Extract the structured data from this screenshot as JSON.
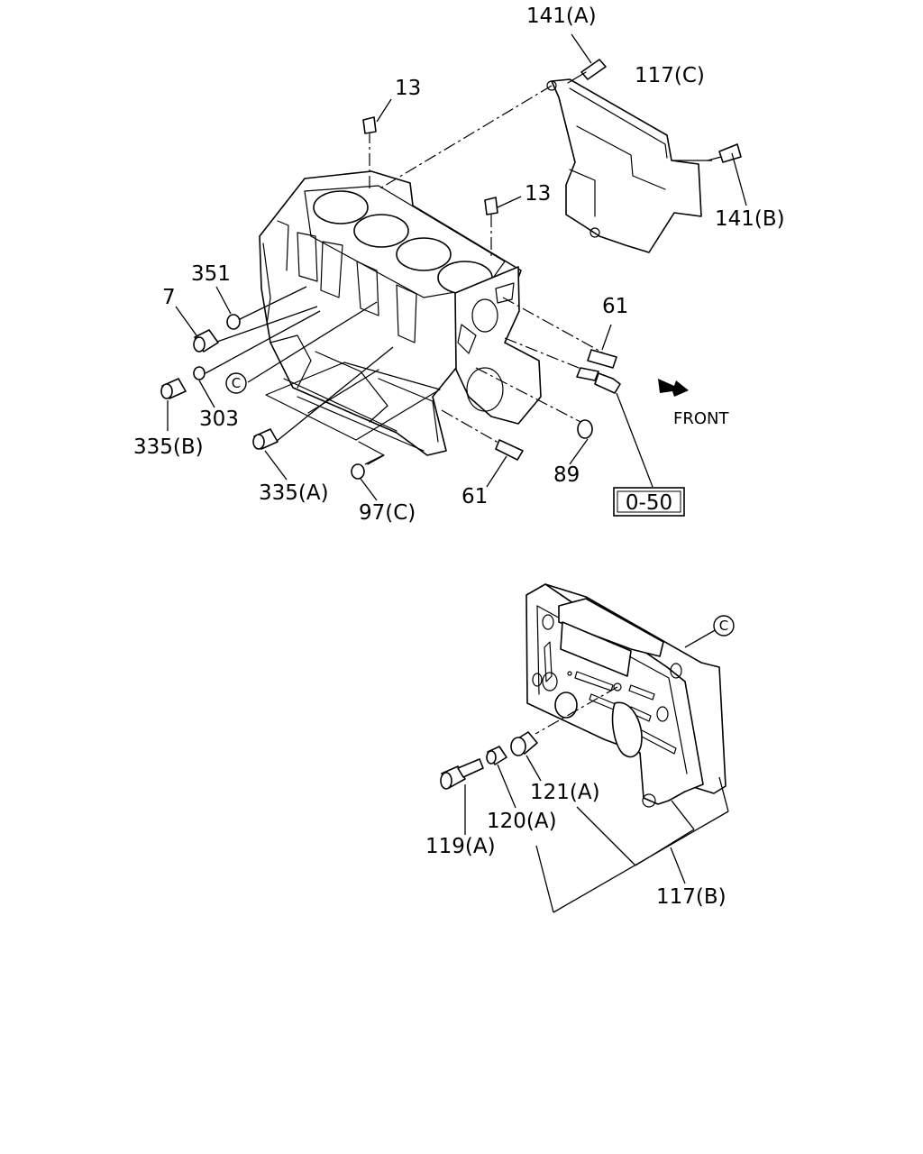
{
  "labels": {
    "bolt_141a": "141(A)",
    "cover_117c": "117(C)",
    "bolt_141b": "141(B)",
    "dowel_13_top": "13",
    "dowel_13_right": "13",
    "washer_351": "351",
    "plug_7": "7",
    "washer_303": "303",
    "plug_335b": "335(B)",
    "plug_335a": "335(A)",
    "plug_97c": "97(C)",
    "pin_61_right": "61",
    "pin_61_bottom": "61",
    "plug_89": "89",
    "ref_box": "0-50",
    "front": "FRONT",
    "circle_c_left": "C",
    "circle_c_right": "C",
    "part_121a": "121(A)",
    "part_120a": "120(A)",
    "part_119a": "119(A)",
    "part_117b": "117(B)"
  }
}
